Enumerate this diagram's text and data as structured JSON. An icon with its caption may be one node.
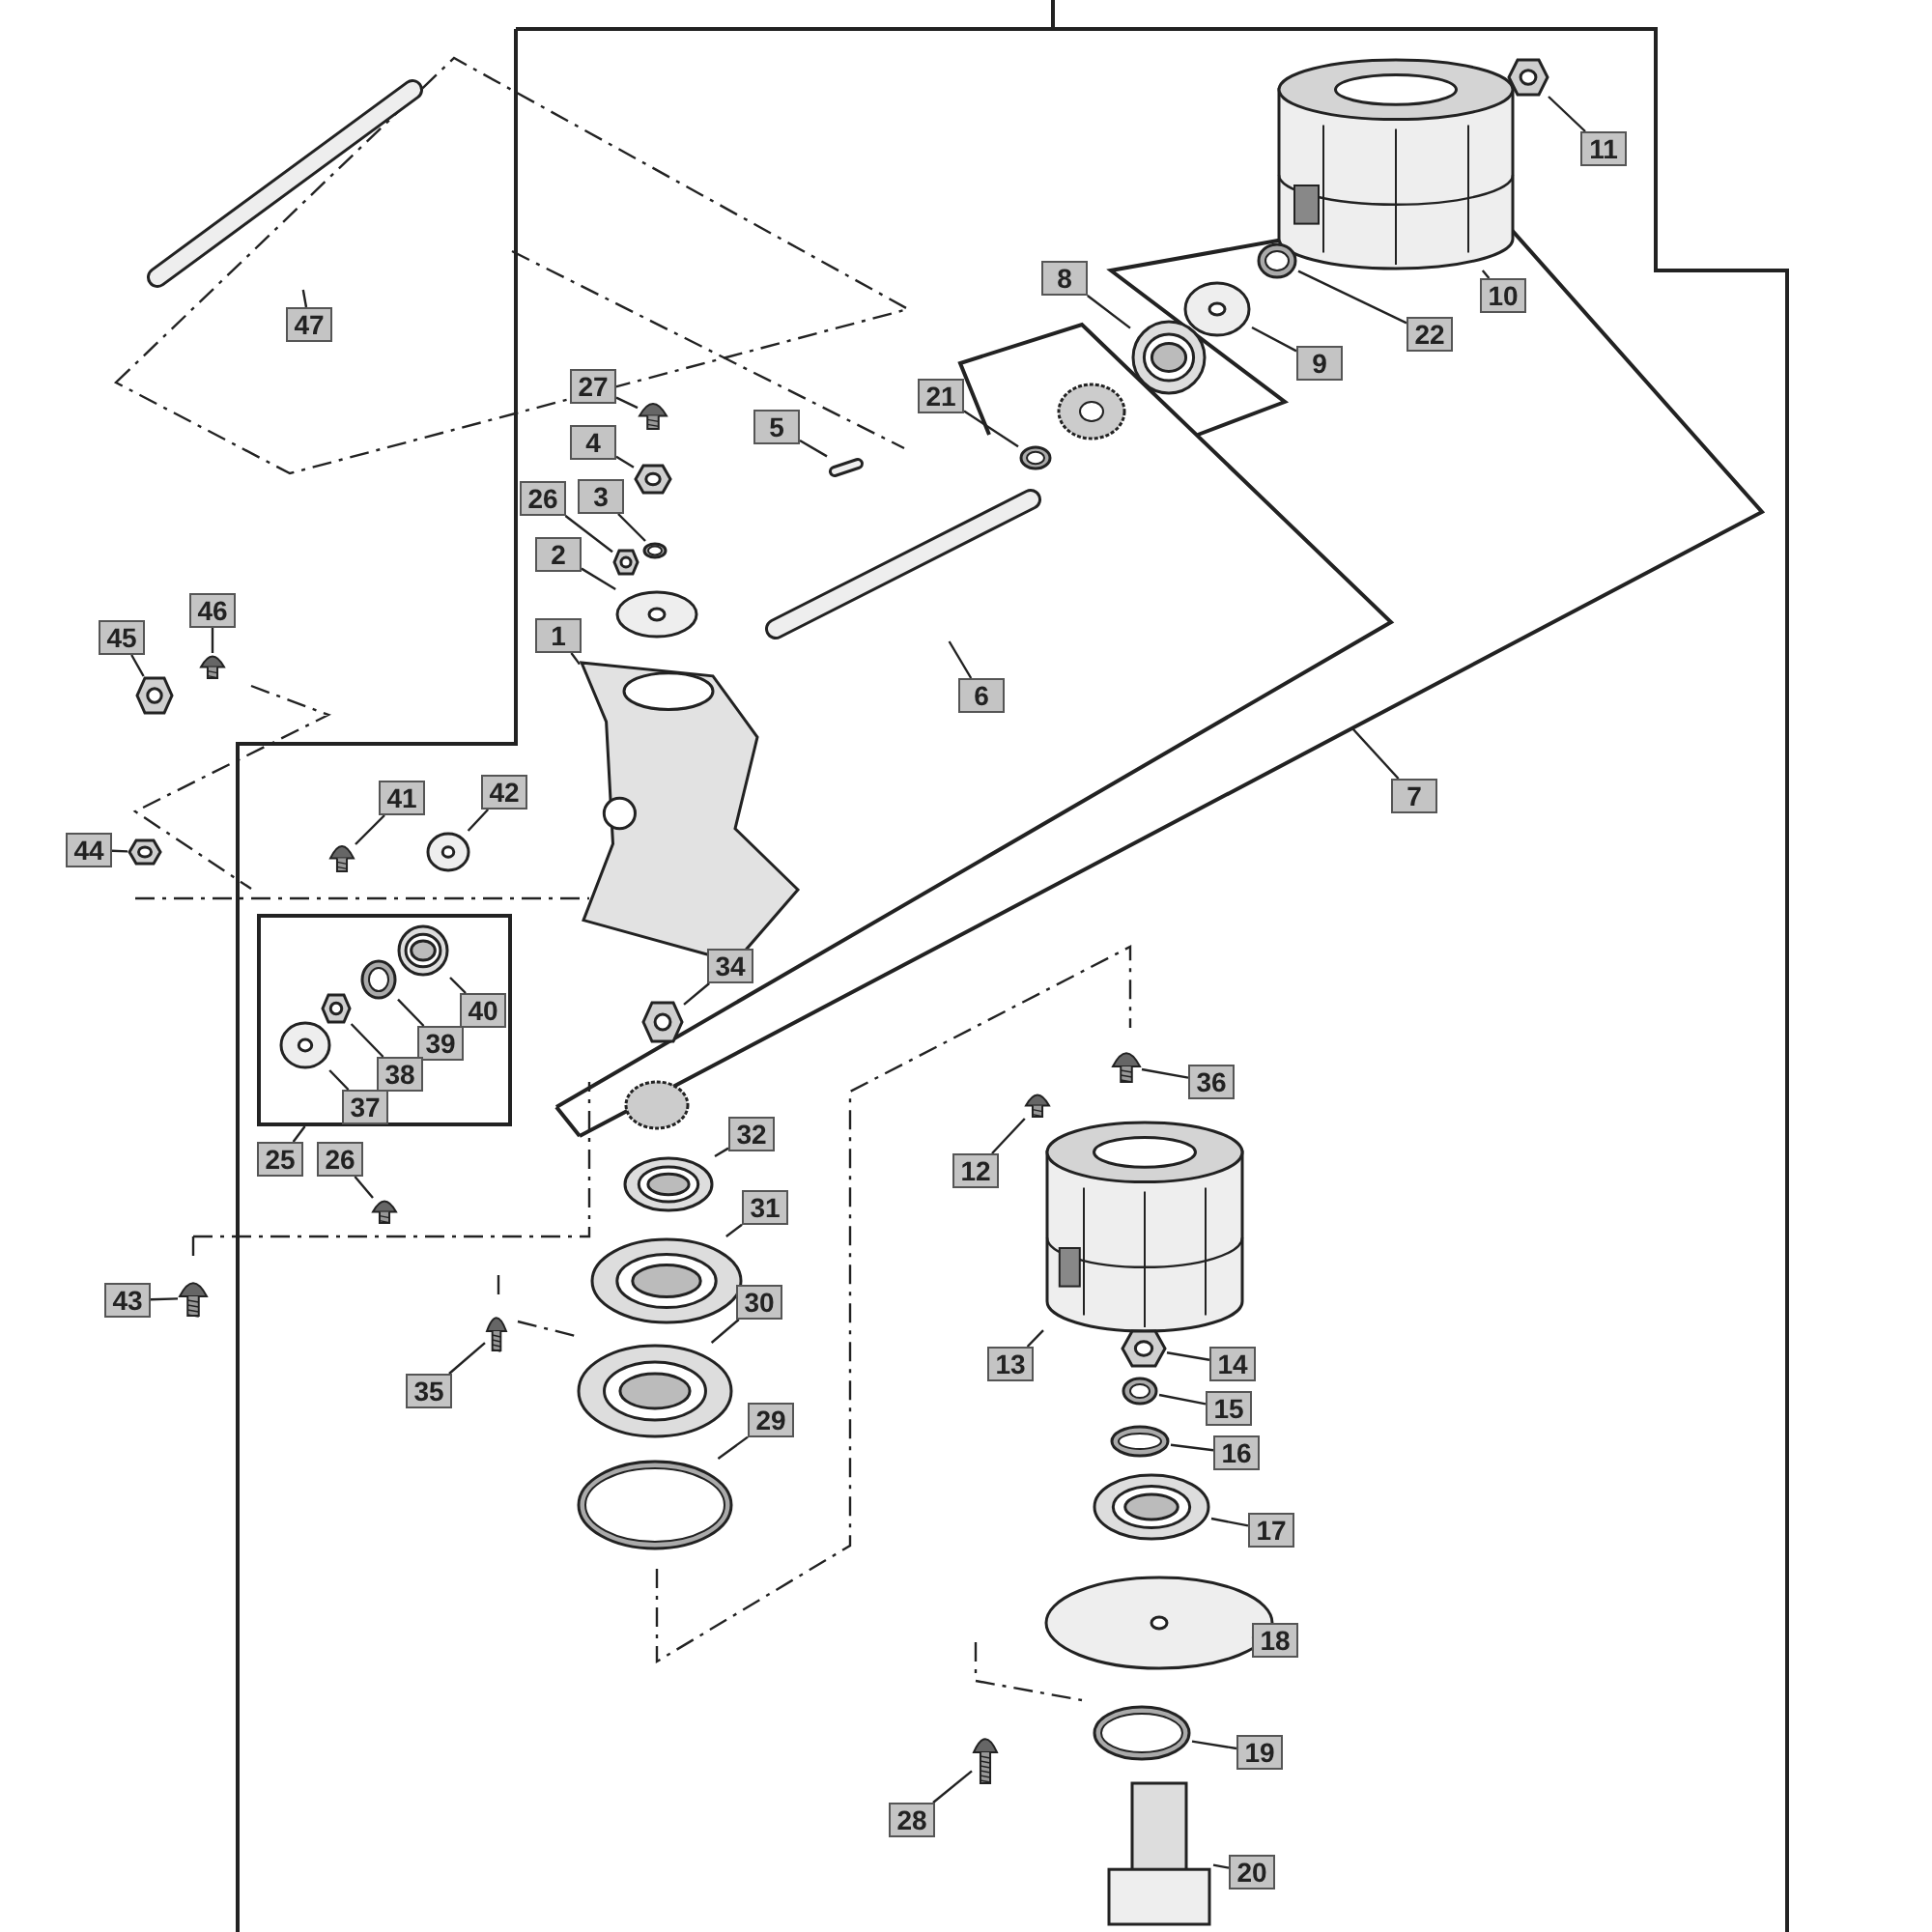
{
  "diagram": {
    "nodes": [
      {
        "text": [
          "47"
        ]
      },
      {
        "text": [],
        "shape": "picture"
      },
      {
        "text": [
          "11"
        ]
      },
      {
        "text": [],
        "shape": "picture"
      },
      {
        "text": [
          "10"
        ]
      },
      {
        "text": [],
        "shape": "picture"
      },
      {
        "text": [
          "22"
        ]
      },
      {
        "text": [],
        "shape": "picture"
      },
      {
        "text": [
          "9"
        ]
      },
      {
        "text": [],
        "shape": "picture"
      },
      {
        "text": [
          "8"
        ]
      },
      {
        "text": [],
        "shape": "picture"
      },
      {
        "text": [
          "21"
        ]
      },
      {
        "text": [],
        "shape": "picture"
      },
      {
        "text": [
          "27"
        ]
      },
      {
        "text": [],
        "shape": "picture"
      },
      {
        "text": [
          "4"
        ]
      },
      {
        "text": [],
        "shape": "picture"
      },
      {
        "text": [
          "3"
        ]
      },
      {
        "text": [],
        "shape": "picture"
      },
      {
        "text": [
          "26"
        ]
      },
      {
        "text": [],
        "shape": "picture"
      },
      {
        "text": [
          "2"
        ]
      },
      {
        "text": [],
        "shape": "picture"
      },
      {
        "text": [
          "5"
        ]
      },
      {
        "text": [],
        "shape": "picture"
      },
      {
        "text": [
          "6"
        ]
      },
      {
        "text": [],
        "shape": "picture"
      },
      {
        "text": [
          "1"
        ]
      },
      {
        "text": [],
        "shape": "picture"
      },
      {
        "text": [
          "45"
        ]
      },
      {
        "text": [],
        "shape": "picture"
      },
      {
        "text": [
          "46"
        ]
      },
      {
        "text": [],
        "shape": "picture"
      },
      {
        "text": [
          "41"
        ]
      },
      {
        "text": [],
        "shape": "picture"
      },
      {
        "text": [
          "42"
        ]
      },
      {
        "text": [],
        "shape": "picture"
      },
      {
        "text": [
          "44"
        ]
      },
      {
        "text": [],
        "shape": "picture"
      },
      {
        "text": [
          "25"
        ]
      },
      {
        "text": [],
        "shape": "box"
      },
      {
        "text": [
          "40"
        ],
        "in": 41
      },
      {
        "text": [],
        "shape": "picture",
        "in": 41
      },
      {
        "text": [
          "39"
        ],
        "in": 41
      },
      {
        "text": [],
        "shape": "picture",
        "in": 41
      },
      {
        "text": [
          "38"
        ],
        "in": 41
      },
      {
        "text": [],
        "shape": "picture",
        "in": 41
      },
      {
        "text": [
          "37"
        ],
        "in": 41
      },
      {
        "text": [],
        "shape": "picture",
        "in": 41
      },
      {
        "text": [
          "34"
        ]
      },
      {
        "text": [],
        "shape": "picture"
      },
      {
        "text": [
          "32"
        ]
      },
      {
        "text": [],
        "shape": "picture"
      },
      {
        "text": [
          "26"
        ]
      },
      {
        "text": [],
        "shape": "picture"
      },
      {
        "text": [
          "31"
        ]
      },
      {
        "text": [],
        "shape": "picture"
      },
      {
        "text": [
          "43"
        ]
      },
      {
        "text": [],
        "shape": "picture"
      },
      {
        "text": [
          "30"
        ]
      },
      {
        "text": [],
        "shape": "picture"
      },
      {
        "text": [
          "35"
        ]
      },
      {
        "text": [],
        "shape": "picture"
      },
      {
        "text": [
          "29"
        ]
      },
      {
        "text": [],
        "shape": "picture"
      },
      {
        "text": [
          "7"
        ]
      },
      {
        "text": [
          "36"
        ]
      },
      {
        "text": [],
        "shape": "picture"
      },
      {
        "text": [
          "12"
        ]
      },
      {
        "text": [],
        "shape": "picture"
      },
      {
        "text": [
          "13"
        ]
      },
      {
        "text": [],
        "shape": "picture"
      },
      {
        "text": [
          "14"
        ]
      },
      {
        "text": [],
        "shape": "picture"
      },
      {
        "text": [
          "15"
        ]
      },
      {
        "text": [],
        "shape": "picture"
      },
      {
        "text": [
          "16"
        ]
      },
      {
        "text": [],
        "shape": "picture"
      },
      {
        "text": [
          "17"
        ]
      },
      {
        "text": [],
        "shape": "picture"
      },
      {
        "text": [
          "18"
        ]
      },
      {
        "text": [],
        "shape": "picture"
      },
      {
        "text": [
          "19"
        ]
      },
      {
        "text": [],
        "shape": "picture"
      },
      {
        "text": [
          "28"
        ]
      },
      {
        "text": [],
        "shape": "picture"
      },
      {
        "text": [
          "20"
        ]
      },
      {
        "text": [],
        "shape": "picture"
      }
    ],
    "edges": [
      {
        "from": 0,
        "to": 1,
        "arrow": "none"
      },
      {
        "from": 2,
        "to": 3,
        "arrow": "none"
      },
      {
        "from": 4,
        "to": 5,
        "arrow": "none"
      },
      {
        "from": 6,
        "to": 7,
        "arrow": "none"
      },
      {
        "from": 8,
        "to": 9,
        "arrow": "none"
      },
      {
        "from": 10,
        "to": 11,
        "arrow": "none"
      },
      {
        "from": 12,
        "to": 13,
        "arrow": "none"
      },
      {
        "from": 14,
        "to": 15,
        "arrow": "none"
      },
      {
        "from": 16,
        "to": 17,
        "arrow": "none"
      },
      {
        "from": 18,
        "to": 19,
        "arrow": "none"
      },
      {
        "from": 20,
        "to": 21,
        "arrow": "none"
      },
      {
        "from": 22,
        "to": 23,
        "arrow": "none"
      },
      {
        "from": 24,
        "to": 25,
        "arrow": "none"
      },
      {
        "from": 26,
        "to": 27,
        "arrow": "none"
      },
      {
        "from": 28,
        "to": 29,
        "arrow": "none"
      },
      {
        "from": 30,
        "to": 31,
        "arrow": "none"
      },
      {
        "from": 32,
        "to": 33,
        "arrow": "none"
      },
      {
        "from": 34,
        "to": 35,
        "arrow": "none"
      },
      {
        "from": 36,
        "to": 37,
        "arrow": "none"
      },
      {
        "from": 38,
        "to": 39,
        "arrow": "none"
      },
      {
        "from": 40,
        "to": 41,
        "arrow": "none"
      },
      {
        "from": 42,
        "to": 43,
        "arrow": "none"
      },
      {
        "from": 44,
        "to": 45,
        "arrow": "none"
      },
      {
        "from": 46,
        "to": 47,
        "arrow": "none"
      },
      {
        "from": 48,
        "to": 49,
        "arrow": "none"
      },
      {
        "from": 50,
        "to": 51,
        "arrow": "none"
      },
      {
        "from": 52,
        "to": 53,
        "arrow": "none"
      },
      {
        "from": 54,
        "to": 55,
        "arrow": "none"
      },
      {
        "from": 56,
        "to": 57,
        "arrow": "none"
      },
      {
        "from": 58,
        "to": 59,
        "arrow": "none"
      },
      {
        "from": 60,
        "to": 61,
        "arrow": "none"
      },
      {
        "from": 62,
        "to": 63,
        "arrow": "none"
      },
      {
        "from": 64,
        "to": 65,
        "arrow": "none"
      },
      {
        "from": 66,
        "to": null,
        "arrow": "none"
      },
      {
        "from": 67,
        "to": 68,
        "arrow": "none"
      },
      {
        "from": 69,
        "to": 70,
        "arrow": "none"
      },
      {
        "from": 71,
        "to": 72,
        "arrow": "none"
      },
      {
        "from": 73,
        "to": 74,
        "arrow": "none"
      },
      {
        "from": 75,
        "to": 76,
        "arrow": "none"
      },
      {
        "from": 77,
        "to": 78,
        "arrow": "none"
      },
      {
        "from": 79,
        "to": 80,
        "arrow": "none"
      },
      {
        "from": 81,
        "to": 82,
        "arrow": "none"
      },
      {
        "from": 83,
        "to": 84,
        "arrow": "none"
      },
      {
        "from": 85,
        "to": 86,
        "arrow": "none"
      },
      {
        "from": 87,
        "to": 88,
        "arrow": "none"
      }
    ]
  }
}
